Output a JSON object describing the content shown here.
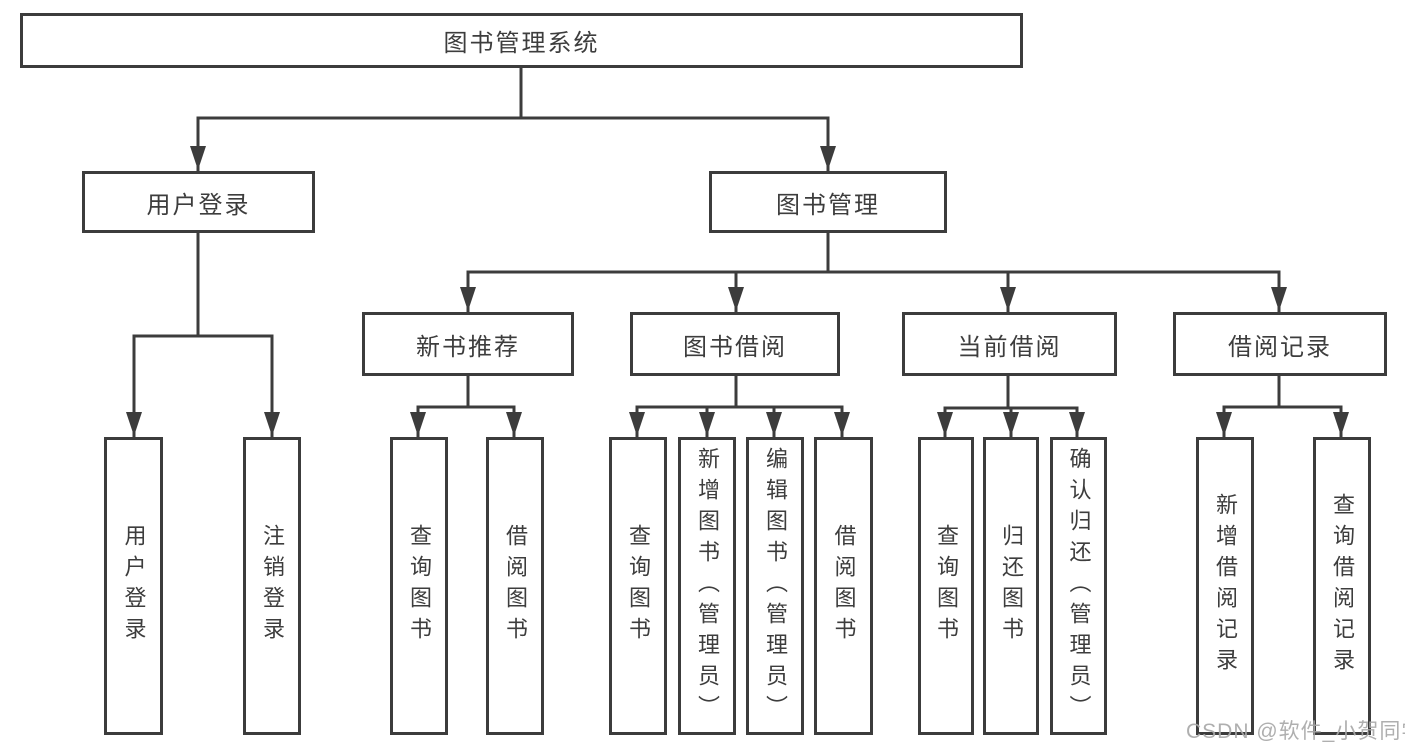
{
  "diagram": {
    "title": "图书管理系统",
    "tree": {
      "root": "图书管理系统",
      "children": [
        {
          "label": "用户登录",
          "children": [
            "用户登录",
            "注销登录"
          ]
        },
        {
          "label": "图书管理",
          "children": [
            {
              "label": "新书推荐",
              "children": [
                "查询图书",
                "借阅图书"
              ]
            },
            {
              "label": "图书借阅",
              "children": [
                "查询图书",
                "新增图书（管理员）",
                "编辑图书（管理员）",
                "借阅图书"
              ]
            },
            {
              "label": "当前借阅",
              "children": [
                "查询图书",
                "归还图书",
                "确认归还（管理员）"
              ]
            },
            {
              "label": "借阅记录",
              "children": [
                "新增借阅记录",
                "查询借阅记录"
              ]
            }
          ]
        }
      ]
    },
    "watermark": "CSDN @软件_小贺同学",
    "colors": {
      "line": "#3c3c3c",
      "text": "#3d3d3d",
      "box_fill": "#ffffff",
      "watermark": "#a8a8a8",
      "background": "#ffffff"
    }
  }
}
